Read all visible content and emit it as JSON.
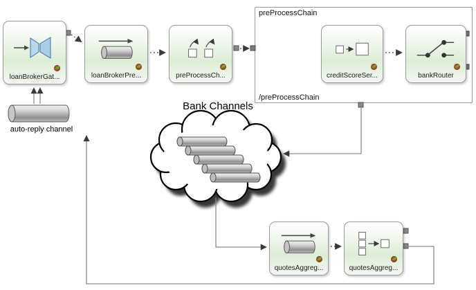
{
  "nodes": {
    "loan_broker_gateway": {
      "label": "loanBrokerGat..."
    },
    "loan_broker_pre_channel": {
      "label": "loanBrokerPre..."
    },
    "pre_process_chain_node": {
      "label": "preProcessCh..."
    },
    "credit_score_service": {
      "label": "creditScoreSer..."
    },
    "bank_router": {
      "label": "bankRouter"
    },
    "quotes_agg_channel": {
      "label": "quotesAggreg..."
    },
    "quotes_aggregator": {
      "label": "quotesAggreg..."
    }
  },
  "chain": {
    "start_label": "preProcessChain",
    "end_label": "/preProcessChain"
  },
  "labels": {
    "auto_reply_channel": "auto-reply channel",
    "bank_channels": "Bank Channels"
  },
  "colors": {
    "node_border": "#999999",
    "node_green": "#dcedd5",
    "gateway_blue": "#b9d8ee",
    "connector_gray": "#888888",
    "arrow_dark": "#3a3a3a",
    "cloud_stroke": "#000000",
    "cylinder_gray": "#a8a8a8"
  }
}
